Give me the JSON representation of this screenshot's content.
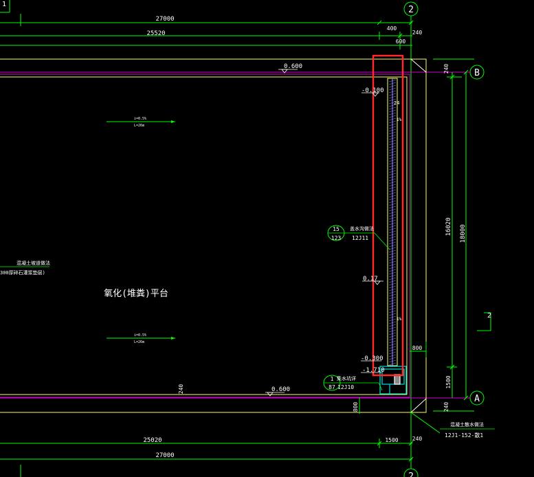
{
  "colors": {
    "background": "#000000",
    "dimension": "#00ff00",
    "outline": "#ffff66",
    "magenta": "#d000d0",
    "highlight": "#ff2a2a",
    "cyan": "#00e0e0",
    "white": "#ffffff"
  },
  "grid_axes": {
    "top_corner": "1",
    "axis_2_top": "2",
    "axis_2_bottom": "2",
    "axis_b": "B",
    "axis_a": "A"
  },
  "dimensions": {
    "top_total": "27000",
    "top_span": "25520",
    "top_400": "400",
    "top_600": "600",
    "top_240": "240",
    "right_240_top": "240",
    "right_16020": "16020",
    "right_18000": "18000",
    "right_1500": "1500",
    "right_240_bottom": "240",
    "bottom_span": "25020",
    "bottom_1500": "1500",
    "bottom_240": "240",
    "bottom_total": "27000",
    "dim_800_right": "800",
    "dim_800_bottom": "800",
    "dim_240_bottom_left": "240",
    "dim_240_mid": "24"
  },
  "elevations": {
    "top": "0.600",
    "bottom": "0.600",
    "left_top": "-0.100",
    "mid": "0.17",
    "low": "-0.300",
    "lowest": "-1.710"
  },
  "labels": {
    "platform": "氧化(堆粪)平台",
    "left_note_line1": "混凝土坡道做法",
    "left_note_line2": "300厚碎石灌浆垫层)",
    "slope_top_1": "i=0.5%",
    "slope_top_2": "L=26m",
    "slope_bottom_1": "i=0.5%",
    "slope_bottom_2": "L=26m",
    "callout_15_num": "15",
    "callout_15_den": "123",
    "callout_15_title": "盖水沟做法",
    "callout_15_ref": "12J11",
    "callout_1_num": "1",
    "callout_1_den": "87",
    "callout_1_title": "集水坑详",
    "callout_1_ref": "12J10",
    "bottom_note_title": "混凝土散水做法",
    "bottom_note_ref": "12J1-152-散1",
    "slope_gutter_top": "1%",
    "slope_gutter_bottom": "1%"
  }
}
